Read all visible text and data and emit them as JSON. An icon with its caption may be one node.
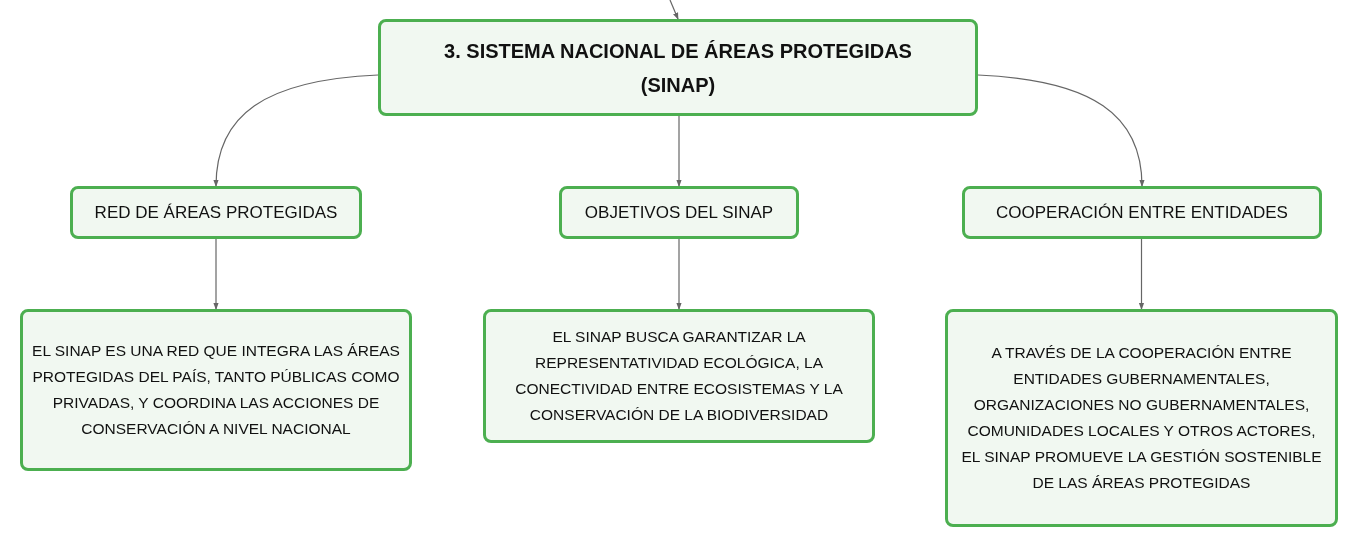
{
  "diagram": {
    "nodes": [
      {
        "text": [
          "3. SISTEMA NACIONAL DE ÁREAS PROTEGIDAS (SINAP)"
        ]
      },
      {
        "text": [
          "RED DE ÁREAS PROTEGIDAS"
        ]
      },
      {
        "text": [
          "OBJETIVOS DEL SINAP"
        ]
      },
      {
        "text": [
          "COOPERACIÓN ENTRE ENTIDADES"
        ]
      },
      {
        "text": [
          "EL SINAP ES UNA RED QUE INTEGRA LAS ÁREAS PROTEGIDAS DEL PAÍS, TANTO PÚBLICAS COMO PRIVADAS, Y COORDINA LAS ACCIONES DE CONSERVACIÓN A NIVEL NACIONAL"
        ]
      },
      {
        "text": [
          "EL SINAP BUSCA GARANTIZAR LA REPRESENTATIVIDAD ECOLÓGICA, LA CONECTIVIDAD ENTRE ECOSISTEMAS Y LA CONSERVACIÓN DE LA BIODIVERSIDAD"
        ]
      },
      {
        "text": [
          "A TRAVÉS DE LA COOPERACIÓN ENTRE ENTIDADES GUBERNAMENTALES, ORGANIZACIONES NO GUBERNAMENTALES, COMUNIDADES LOCALES Y OTROS ACTORES, EL SINAP PROMUEVE LA GESTIÓN SOSTENIBLE DE LAS ÁREAS PROTEGIDAS"
        ]
      }
    ],
    "edges": [
      {
        "from": null,
        "to": 0,
        "arrow": "to"
      },
      {
        "from": 0,
        "to": 1,
        "arrow": "to"
      },
      {
        "from": 0,
        "to": 2,
        "arrow": "to"
      },
      {
        "from": 0,
        "to": 3,
        "arrow": "to"
      },
      {
        "from": 1,
        "to": 4,
        "arrow": "to"
      },
      {
        "from": 2,
        "to": 5,
        "arrow": "to"
      },
      {
        "from": 3,
        "to": 6,
        "arrow": "to"
      }
    ]
  }
}
